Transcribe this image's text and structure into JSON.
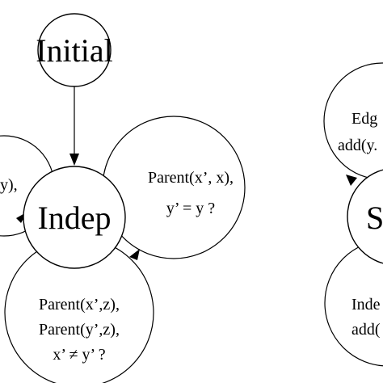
{
  "nodes": {
    "initial": "Initial",
    "indep": "Indep",
    "right_partial": "S"
  },
  "loops": {
    "left_partial": [
      "y),"
    ],
    "right_condition": [
      "Parent(x’, x),",
      "y’ = y ?"
    ],
    "bottom_condition": [
      "Parent(x’,z),",
      "Parent(y’,z),",
      "x’ ≠ y’ ?"
    ],
    "right_top_partial": [
      "Edg",
      "add(y."
    ],
    "right_bottom_partial": [
      "Inde",
      "add("
    ]
  }
}
